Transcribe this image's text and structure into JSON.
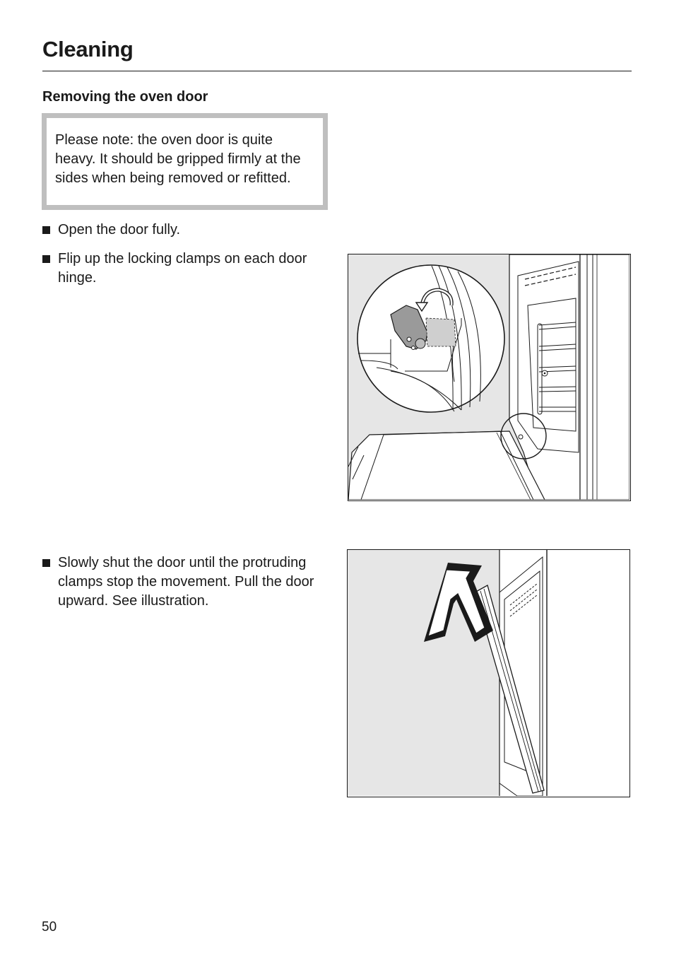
{
  "header": {
    "title": "Cleaning"
  },
  "section": {
    "heading": "Removing the oven door",
    "note": "Please note: the oven door is quite heavy. It should be gripped firmly at the sides when being removed or refitted."
  },
  "steps": [
    {
      "text": "Open the door fully."
    },
    {
      "text": "Flip up the locking clamps on each door hinge."
    },
    {
      "text": "Slowly shut the door until the protruding clamps stop the movement. Pull the door upward. See illustration."
    }
  ],
  "footer": {
    "page_number": "50"
  }
}
